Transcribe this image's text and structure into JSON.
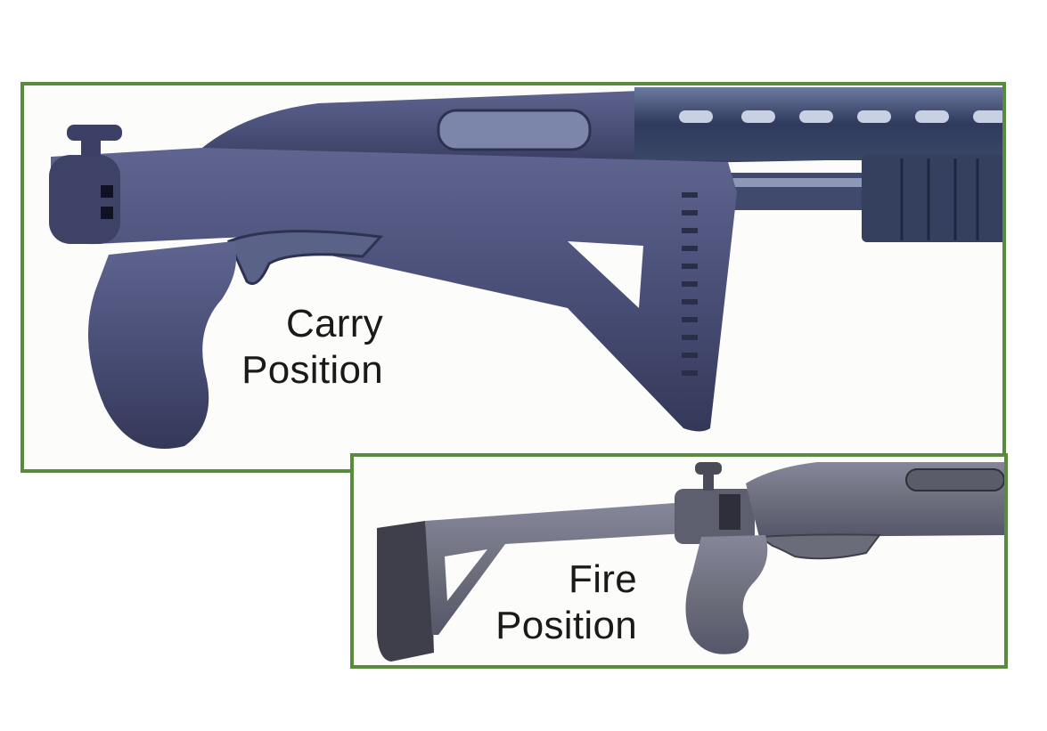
{
  "figure": {
    "panels": [
      {
        "id": "carry",
        "caption_line1": "Carry",
        "caption_line2": "Position",
        "subject": "shotgun with side-folding stock folded alongside receiver, pistol grip"
      },
      {
        "id": "fire",
        "caption_line1": "Fire",
        "caption_line2": "Position",
        "subject": "shotgun with side-folding stock extended, pistol grip"
      }
    ],
    "colors": {
      "frame_border": "#5a8a3c",
      "frame_fill": "#fcfcfa",
      "gun_carry": "#4a4f78",
      "gun_carry_dark": "#2e3250",
      "gun_fire": "#6e6f7c",
      "gun_fire_dark": "#3e3f4a",
      "text": "#1a1a1a"
    }
  }
}
